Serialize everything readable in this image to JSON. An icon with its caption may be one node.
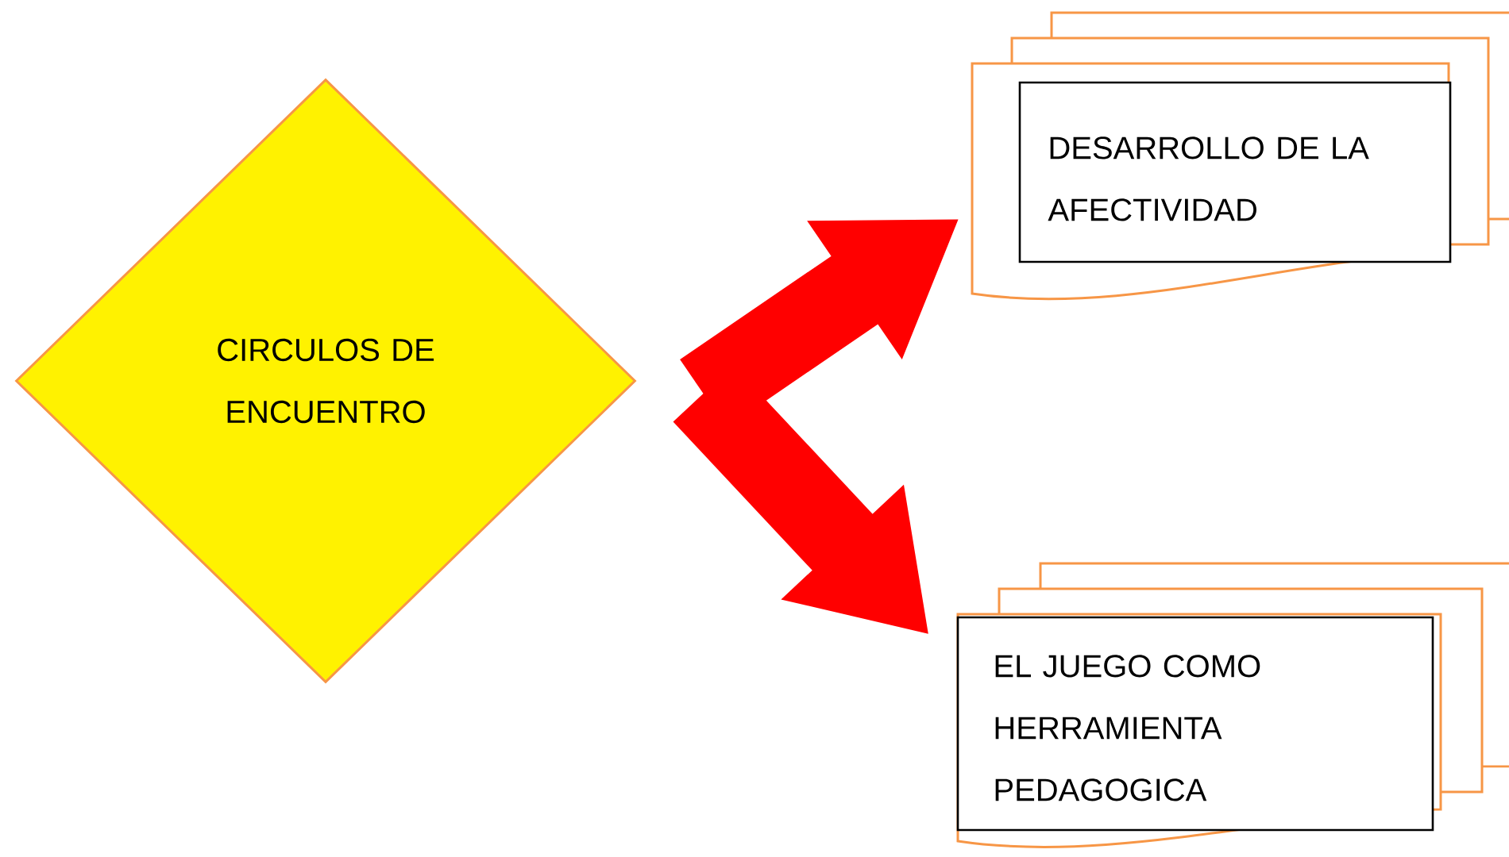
{
  "diagram": {
    "nodes": [
      {
        "text": [
          "CIRCULOS DE ENCUENTRO"
        ]
      },
      {
        "text": [
          "DESARROLLO DE LA AFECTIVIDAD"
        ]
      },
      {
        "text": [
          "EL JUEGO COMO HERRAMIENTA PEDAGOGICA"
        ]
      }
    ],
    "edges": [
      {
        "from": 0,
        "to": 1,
        "arrow": "to"
      },
      {
        "from": 0,
        "to": 2,
        "arrow": "to"
      }
    ]
  }
}
